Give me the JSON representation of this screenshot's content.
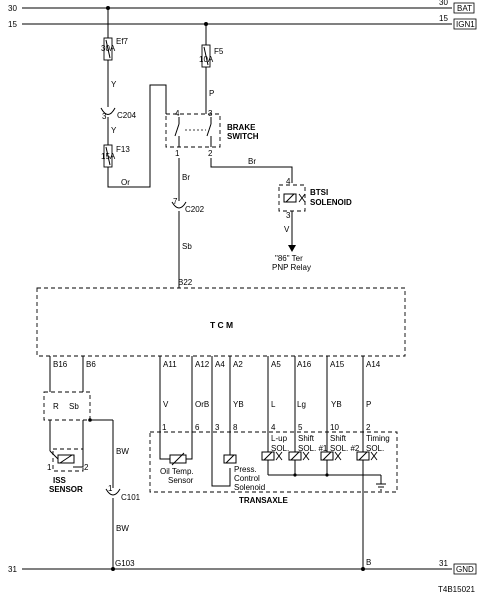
{
  "rails": {
    "top_circuit": "30",
    "top_right_circuit": "30",
    "top_tag": "BAT",
    "second_circuit": "15",
    "second_right_circuit": "15",
    "second_tag": "IGN1",
    "bottom_circuit": "31",
    "bottom_right_circuit": "31",
    "bottom_tag": "GND"
  },
  "fuses": {
    "ef7_name": "Ef7",
    "ef7_rating": "30A",
    "ef7_wire": "Y",
    "f5_name": "F5",
    "f5_rating": "10A",
    "f5_wire": "P",
    "f13_name": "F13",
    "f13_rating": "15A",
    "f13_wire": "Or"
  },
  "connectors": {
    "c204_name": "C204",
    "c204_pin": "3",
    "c204_wire": "Y",
    "c202_name": "C202",
    "c202_pin": "7",
    "c101_name": "C101",
    "c101_pin": "1",
    "ground_name": "G103"
  },
  "brake_switch": {
    "line1": "BRAKE",
    "line2": "SWITCH",
    "pin4": "4",
    "pin3": "3",
    "pin1": "1",
    "pin2": "2",
    "out1_wire": "Br",
    "out2_wire": "Br"
  },
  "btsi": {
    "line1": "BTSI",
    "line2": "SOLENOID",
    "pin_top": "4",
    "pin_bottom": "3",
    "out_wire": "V",
    "dest1": "\"86\" Ter",
    "dest2": "PNP Relay"
  },
  "tcm": {
    "name": "T C M",
    "b22_pin": "B22",
    "b22_wire": "Sb",
    "pins": [
      "B16",
      "B6",
      "A11",
      "A12",
      "A4",
      "A2",
      "A5",
      "A16",
      "A15",
      "A14"
    ],
    "wires": [
      "V",
      "OrB",
      "YB",
      "L",
      "Lg",
      "YB",
      "P"
    ],
    "ground_wire": "B"
  },
  "iss": {
    "line1": "ISS",
    "line2": "SENSOR",
    "r_label": "R",
    "sb_label": "Sb",
    "pin1": "1",
    "pin2": "2",
    "wire": "BW",
    "wire2": "BW"
  },
  "transaxle": {
    "title": "TRANSAXLE",
    "pins": [
      "1",
      "6",
      "3",
      "8",
      "4",
      "5",
      "10",
      "2"
    ],
    "oil_temp1": "Oil Temp.",
    "oil_temp2": "Sensor",
    "pcs1": "Press.",
    "pcs2": "Control",
    "pcs3": "Solenoid",
    "lup1": "L-up",
    "lup2": "SOL.",
    "sh1a": "Shift",
    "sh1b": "SOL. #1",
    "sh2a": "Shift",
    "sh2b": "SOL. #2",
    "tim1": "Timing",
    "tim2": "SOL."
  },
  "figure_id": "T4B15021"
}
